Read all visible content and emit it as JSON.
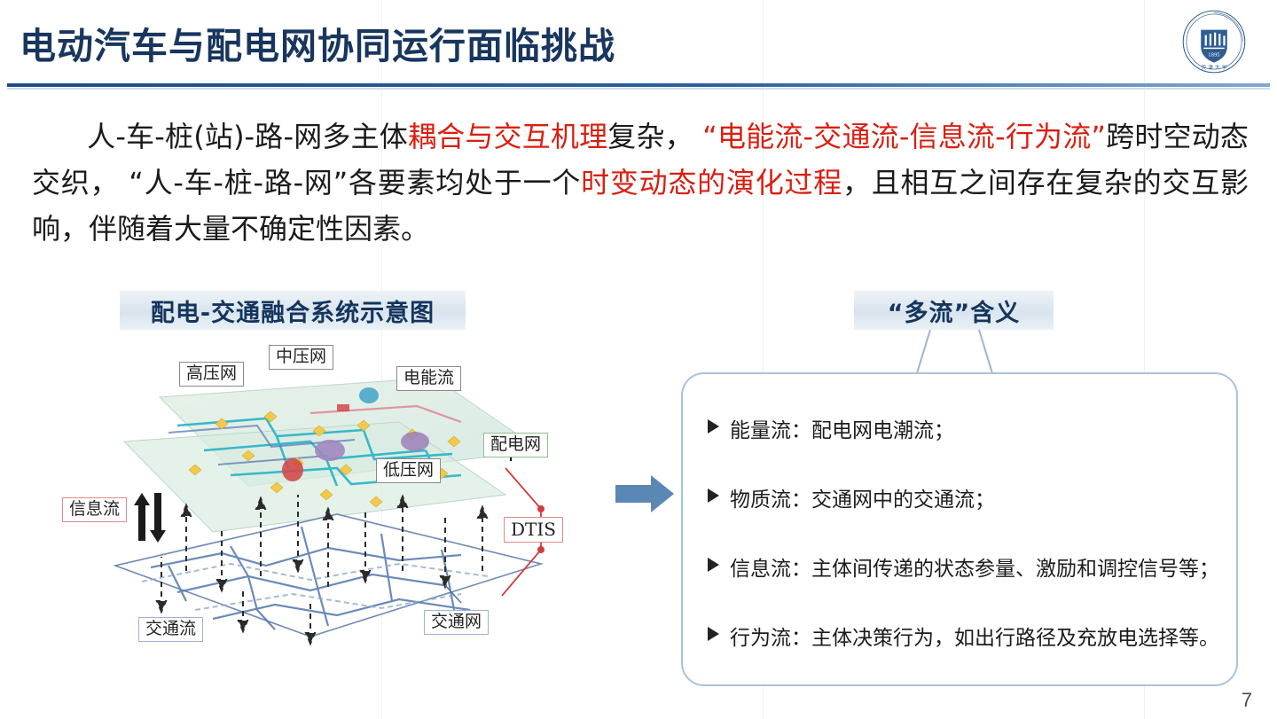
{
  "slide": {
    "title": "电动汽车与配电网协同运行面临挑战",
    "page_number": "7",
    "accent_color": "#18365e",
    "highlight_color": "#d91f11",
    "logo_name": "tianjin-university-seal"
  },
  "paragraph": {
    "seg1": "人-车-桩(站)-路-网多主体",
    "seg2_red": "耦合与交互机理",
    "seg3": "复杂，  ",
    "seg4_red": "“电能流-交通流-信息流-行为流”",
    "seg5": "跨时空动态交织， “人-车-桩-路-网”各要素均处于一个",
    "seg6_red": "时变动态的演化过程",
    "seg7": "，且相互之间存在复杂的交互影响，伴随着大量不确定性因素。"
  },
  "banners": {
    "left": "配电-交通融合系统示意图",
    "right": "“多流”含义"
  },
  "figure": {
    "labels": [
      {
        "text": "高压网",
        "style": "gray"
      },
      {
        "text": "中压网",
        "style": "gray"
      },
      {
        "text": "电能流",
        "style": "gray"
      },
      {
        "text": "低压网",
        "style": "gray"
      },
      {
        "text": "配电网",
        "style": "green"
      },
      {
        "text": "DTIS",
        "style": "red"
      },
      {
        "text": "信息流",
        "style": "red"
      },
      {
        "text": "交通流",
        "style": "blue"
      },
      {
        "text": "交通网",
        "style": "blue"
      }
    ]
  },
  "panel": {
    "bullets": [
      "能量流：配电网电潮流；",
      "物质流：交通网中的交通流；",
      "信息流：主体间传递的状态参量、激励和调控信号等；",
      "行为流：主体决策行为，如出行路径及充放电选择等。"
    ]
  }
}
